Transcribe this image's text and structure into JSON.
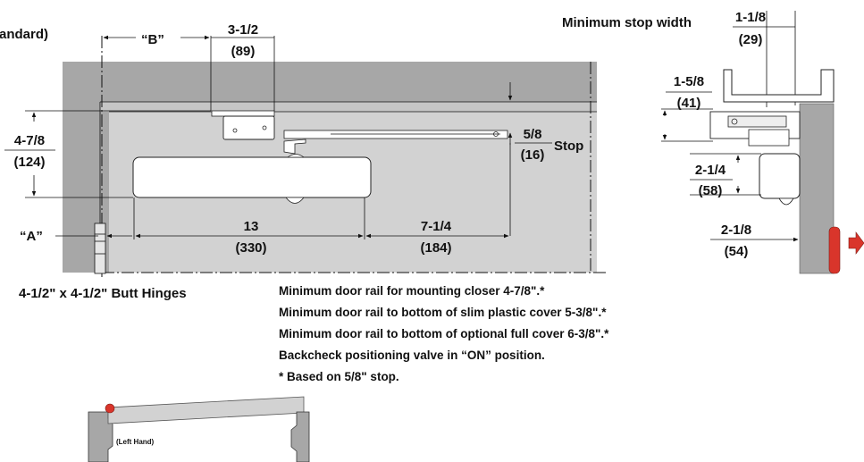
{
  "colors": {
    "frame": "#a7a7a7",
    "frame_dark": "#8f8f8f",
    "door": "#d2d2d2",
    "door_light": "#e0e0e0",
    "part": "#ffffff",
    "accent": "#d9352b"
  },
  "labels": {
    "standard_fragment": "andard)",
    "dim_b": "“B”",
    "dim_a": "“A”",
    "arm_width": "3-1/2",
    "arm_width_mm": "(89)",
    "rail_height": "4-7/8",
    "rail_height_mm": "(124)",
    "stop": "5/8",
    "stop_mm": "(16)",
    "stop_word": "Stop",
    "body_len": "13",
    "body_len_mm": "(330)",
    "arm_len": "7-1/4",
    "arm_len_mm": "(184)",
    "hinges": "4-1/2\" x 4-1/2\" Butt Hinges",
    "min_stop": "Minimum stop width",
    "min_stop_val": "1-1/8",
    "min_stop_mm": "(29)",
    "side_a": "1-5/8",
    "side_a_mm": "(41)",
    "side_b": "2-1/4",
    "side_b_mm": "(58)",
    "side_c": "2-1/8",
    "side_c_mm": "(54)",
    "left_hand": "(Left Hand)"
  },
  "notes": [
    "Minimum door rail for mounting closer 4-7/8\".*",
    "Minimum door rail to bottom of slim plastic cover 5-3/8\".*",
    "Minimum door rail to bottom of optional full cover 6-3/8\".*",
    "Backcheck positioning valve in “ON” position.",
    "* Based on 5/8\" stop."
  ]
}
